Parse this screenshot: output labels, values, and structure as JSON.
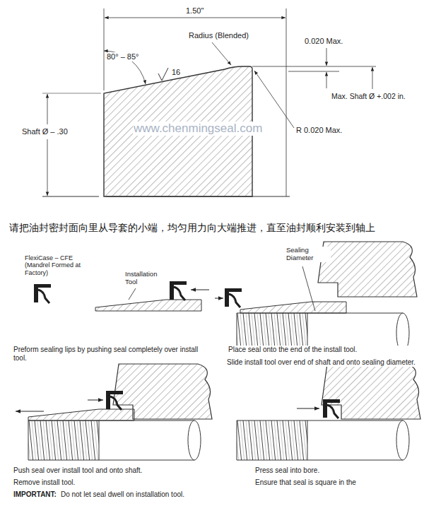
{
  "diagram": {
    "labels": [
      "1.50\"",
      "Radius (Blended)",
      "0.020 Max.",
      "80° – 85°",
      "16",
      "Max. Shaft Ø +.002 in.",
      "Shaft Ø – .30",
      "www.chenmingseal.com",
      "R 0.020 Max.",
      "请把油封密封面向里从导套的小端，均匀用力向大端推进，直至油封顺利安装到轴上",
      "FlexiCase – CFE (Mandrel Formed at Factory)",
      "Installation Tool",
      "Sealing Diameter",
      "Preform sealing lips by pushing seal completely over install tool.",
      "Place seal onto the end of the install tool.",
      "Slide install tool over end of shaft and onto sealing diameter.",
      "Push seal over install tool and onto shaft.",
      "Remove install tool.",
      "IMPORTANT:",
      "Do not let seal dwell on installation tool.",
      "Press seal into bore.",
      "Ensure that seal is square in the"
    ]
  }
}
